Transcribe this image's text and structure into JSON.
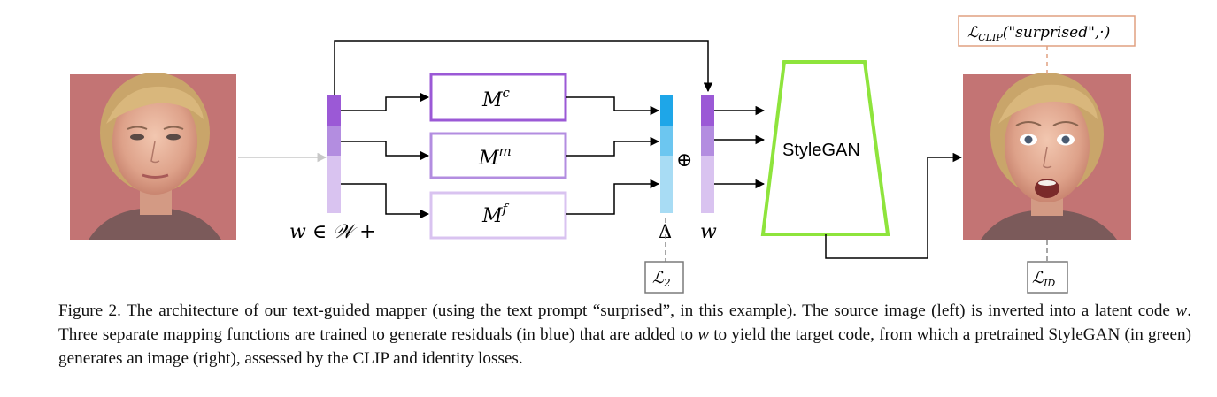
{
  "diagram": {
    "latent_label": "w ∈ 𝒲 +",
    "mapper_coarse_base": "M",
    "mapper_coarse_sup": "c",
    "mapper_medium_base": "M",
    "mapper_medium_sup": "m",
    "mapper_fine_base": "M",
    "mapper_fine_sup": "f",
    "delta_label": "Δ",
    "w_label": "w",
    "plus_symbol": "⊕",
    "generator_label": "StyleGAN",
    "clip_loss": "ℒ",
    "clip_loss_sub": "CLIP",
    "clip_loss_args": "(\"surprised\",·)",
    "l2_loss": "ℒ",
    "l2_loss_sub": "2",
    "id_loss": "ℒ",
    "id_loss_sub": "ID"
  },
  "colors": {
    "mapper_dark": "#9b59d6",
    "mapper_mid": "#b38de0",
    "mapper_light": "#d9c3f0",
    "residual_dark": "#1ea6e8",
    "residual_mid": "#6cc6f0",
    "residual_light": "#a8dcf4",
    "stylegan_green": "#8ee43c",
    "clip_box": "#e0a080",
    "loss_box_gray": "#7a7a7a"
  },
  "caption": {
    "part1": "Figure 2. The architecture of our text-guided mapper (using the text prompt “surprised”, in this example). The source image (left) is inverted into a latent code ",
    "w1": "w",
    "part2": ". Three separate mapping functions are trained to generate residuals (in blue) that are added to ",
    "w2": "w",
    "part3": " to yield the target code, from which a pretrained StyleGAN (in green) generates an image (right), assessed by the CLIP and identity losses."
  }
}
